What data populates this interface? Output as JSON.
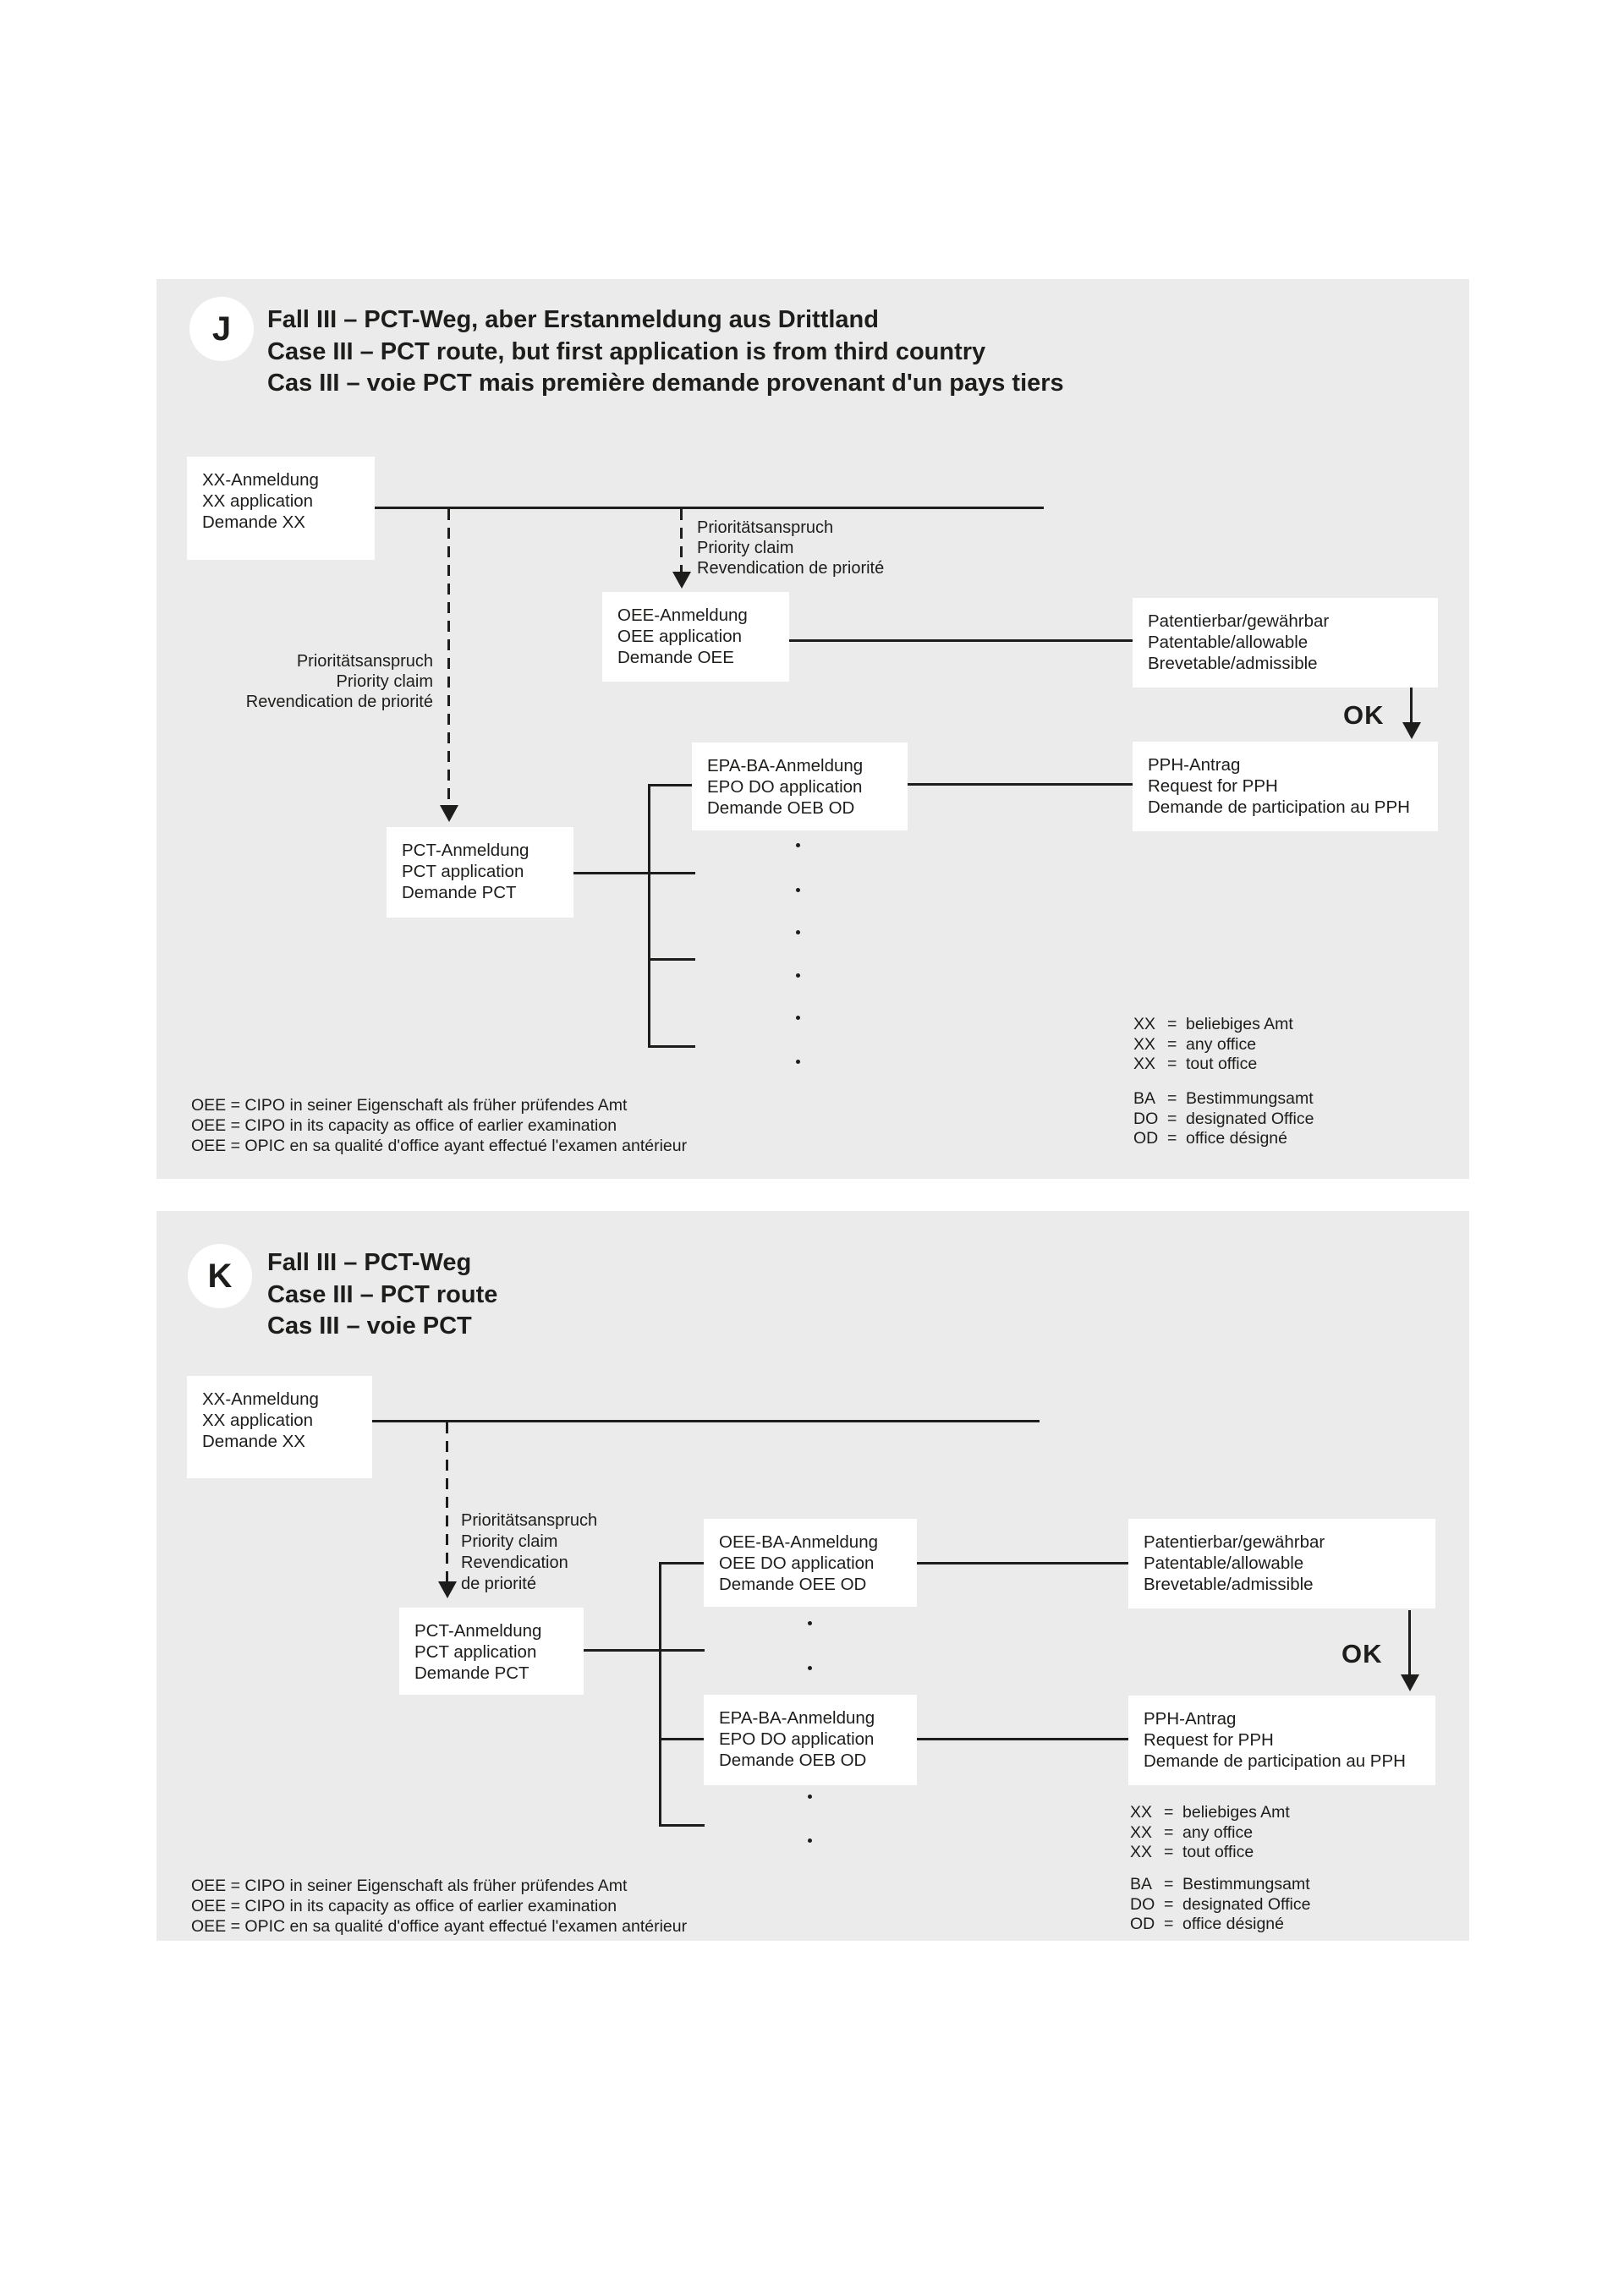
{
  "colors": {
    "page-bg": "#ffffff",
    "panel-bg": "#ebebeb",
    "box-bg": "#ffffff",
    "ink": "#1d1d1b"
  },
  "shared": {
    "eq": "=",
    "ok": "OK",
    "priority_claim": [
      "Prioritätsanspruch",
      "Priority claim",
      "Revendication de priorité"
    ],
    "legend_oee": [
      "OEE = CIPO in seiner Eigenschaft als früher prüfendes Amt",
      "OEE = CIPO in its capacity as office of earlier examination",
      "OEE = OPIC en sa qualité d'office ayant effectué l'examen antérieur"
    ],
    "legend_xx": [
      {
        "abbr": "XX",
        "label": "beliebiges Amt"
      },
      {
        "abbr": "XX",
        "label": "any office"
      },
      {
        "abbr": "XX",
        "label": "tout office"
      }
    ],
    "legend_ba": [
      {
        "abbr": "BA",
        "label": "Bestimmungsamt"
      },
      {
        "abbr": "DO",
        "label": "designated Office"
      },
      {
        "abbr": "OD",
        "label": "office désigné"
      }
    ]
  },
  "panel_j": {
    "badge": "J",
    "title": [
      "Fall III – PCT-Weg, aber Erstanmeldung aus Drittland",
      "Case III – PCT route, but first application is from third country",
      "Cas III – voie PCT mais première demande provenant d'un pays tiers"
    ],
    "boxes": {
      "xx": [
        "XX-Anmeldung",
        "XX application",
        "Demande XX"
      ],
      "oee": [
        "OEE-Anmeldung",
        "OEE application",
        "Demande OEE"
      ],
      "epa_ba": [
        "EPA-BA-Anmeldung",
        "EPO DO application",
        "Demande OEB OD"
      ],
      "pct": [
        "PCT-Anmeldung",
        "PCT application",
        "Demande PCT"
      ],
      "patentable": [
        "Patentierbar/gewährbar",
        "Patentable/allowable",
        "Brevetable/admissible"
      ],
      "pph": [
        "PPH-Antrag",
        "Request for PPH",
        "Demande de participation au PPH"
      ]
    }
  },
  "panel_k": {
    "badge": "K",
    "title": [
      "Fall III – PCT-Weg",
      "Case III – PCT route",
      "Cas III – voie PCT"
    ],
    "priority_claim_4": [
      "Prioritätsanspruch",
      "Priority claim",
      "Revendication",
      "de priorité"
    ],
    "boxes": {
      "xx": [
        "XX-Anmeldung",
        "XX application",
        "Demande XX"
      ],
      "pct": [
        "PCT-Anmeldung",
        "PCT application",
        "Demande PCT"
      ],
      "oee_ba": [
        "OEE-BA-Anmeldung",
        "OEE DO application",
        "Demande OEE OD"
      ],
      "epa_ba": [
        "EPA-BA-Anmeldung",
        "EPO DO application",
        "Demande OEB OD"
      ],
      "patentable": [
        "Patentierbar/gewährbar",
        "Patentable/allowable",
        "Brevetable/admissible"
      ],
      "pph": [
        "PPH-Antrag",
        "Request for PPH",
        "Demande de participation au PPH"
      ]
    }
  }
}
